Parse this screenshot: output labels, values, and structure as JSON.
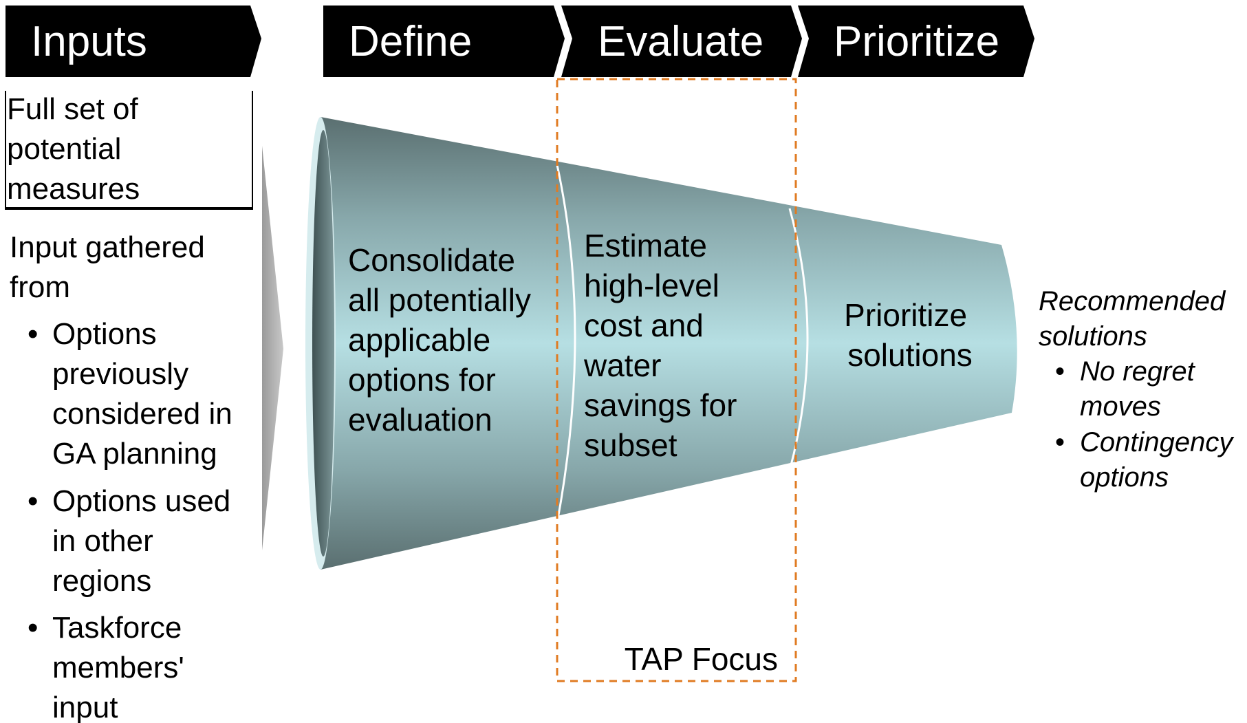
{
  "header": {
    "inputs": "Inputs",
    "define": "Define",
    "evaluate": "Evaluate",
    "prioritize": "Prioritize"
  },
  "inputs_box": {
    "lines": [
      "Full set of",
      "potential",
      "measures"
    ]
  },
  "input_gathered": {
    "heading_lines": [
      "Input gathered",
      "from"
    ],
    "bullet_symbol": "•",
    "bullets": [
      {
        "lines": [
          "Options",
          "previously",
          "considered in",
          "GA planning"
        ]
      },
      {
        "lines": [
          "Options used",
          "in other",
          "regions"
        ]
      },
      {
        "lines": [
          "Taskforce",
          "members'",
          "input"
        ]
      }
    ]
  },
  "stages": {
    "define_lines": [
      "Consolidate",
      "all potentially",
      "applicable",
      "options for",
      "evaluation"
    ],
    "evaluate_lines": [
      "Estimate",
      "high-level",
      "cost and",
      "water",
      "savings for",
      "subset"
    ],
    "prioritize_lines": [
      "Prioritize",
      "solutions"
    ]
  },
  "outputs": {
    "heading_lines": [
      "Recommended",
      "solutions"
    ],
    "bullet_symbol": "•",
    "bullets": [
      {
        "lines": [
          "No regret",
          "moves"
        ]
      },
      {
        "lines": [
          "Contingency",
          "options"
        ]
      }
    ]
  },
  "focus": {
    "label": "TAP Focus"
  },
  "colors": {
    "header_bg": "#000000",
    "header_text": "#ffffff",
    "funnel_edge": "#5f7576",
    "funnel_center": "#b6dfe3",
    "focus_border": "#e07b22",
    "arrow_fill": "#b9b9b9"
  }
}
